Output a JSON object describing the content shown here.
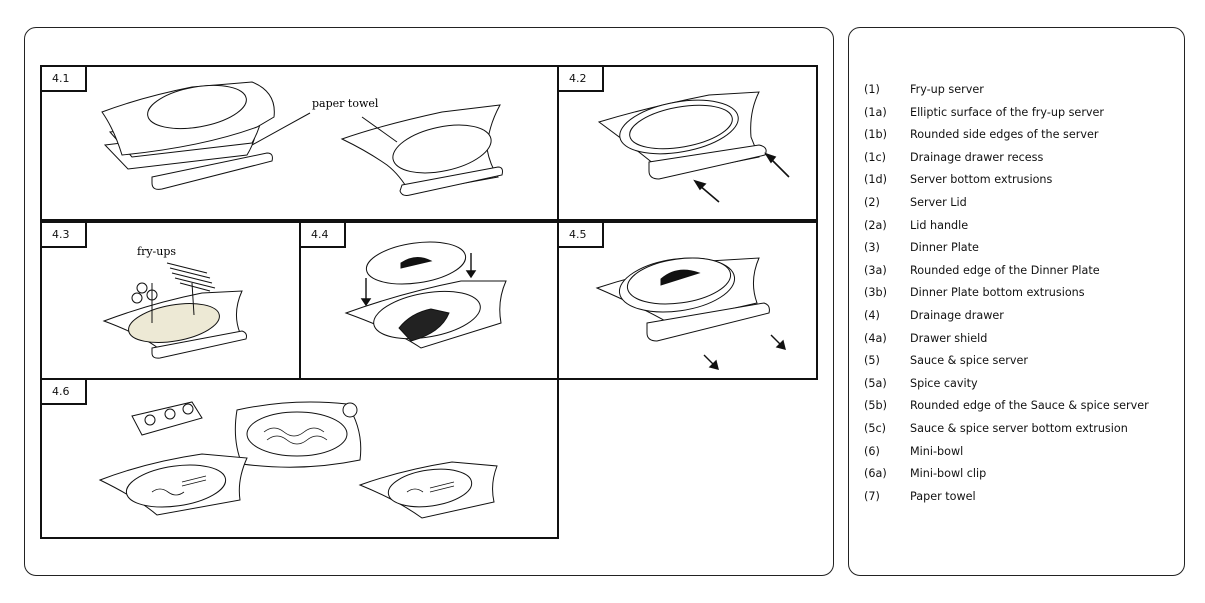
{
  "panels": {
    "p41": {
      "tag": "4.1",
      "callout": "paper towel"
    },
    "p42": {
      "tag": "4.2"
    },
    "p43": {
      "tag": "4.3",
      "callout": "fry-ups"
    },
    "p44": {
      "tag": "4.4"
    },
    "p45": {
      "tag": "4.5"
    },
    "p46": {
      "tag": "4.6"
    }
  },
  "legend": [
    {
      "code": "(1)",
      "text": "Fry-up server"
    },
    {
      "code": "(1a)",
      "text": "Elliptic surface of the fry-up server"
    },
    {
      "code": "(1b)",
      "text": "Rounded side edges of the server"
    },
    {
      "code": "(1c)",
      "text": "Drainage drawer recess"
    },
    {
      "code": "(1d)",
      "text": "Server bottom extrusions"
    },
    {
      "code": "(2)",
      "text": "Server Lid"
    },
    {
      "code": "(2a)",
      "text": "Lid handle"
    },
    {
      "code": "(3)",
      "text": "Dinner Plate"
    },
    {
      "code": "(3a)",
      "text": "Rounded edge of the Dinner Plate"
    },
    {
      "code": "(3b)",
      "text": "Dinner Plate bottom extrusions"
    },
    {
      "code": "(4)",
      "text": "Drainage drawer"
    },
    {
      "code": "(4a)",
      "text": "Drawer shield"
    },
    {
      "code": "(5)",
      "text": "Sauce & spice server"
    },
    {
      "code": "(5a)",
      "text": "Spice cavity"
    },
    {
      "code": "(5b)",
      "text": "Rounded edge of the Sauce & spice server"
    },
    {
      "code": "(5c)",
      "text": "Sauce & spice server bottom extrusion"
    },
    {
      "code": "(6)",
      "text": "Mini-bowl"
    },
    {
      "code": "(6a)",
      "text": "Mini-bowl clip"
    },
    {
      "code": "(7)",
      "text": "Paper towel"
    }
  ],
  "colors": {
    "line": "#111111",
    "fill_paper": "#ede9d5",
    "background": "#ffffff"
  }
}
